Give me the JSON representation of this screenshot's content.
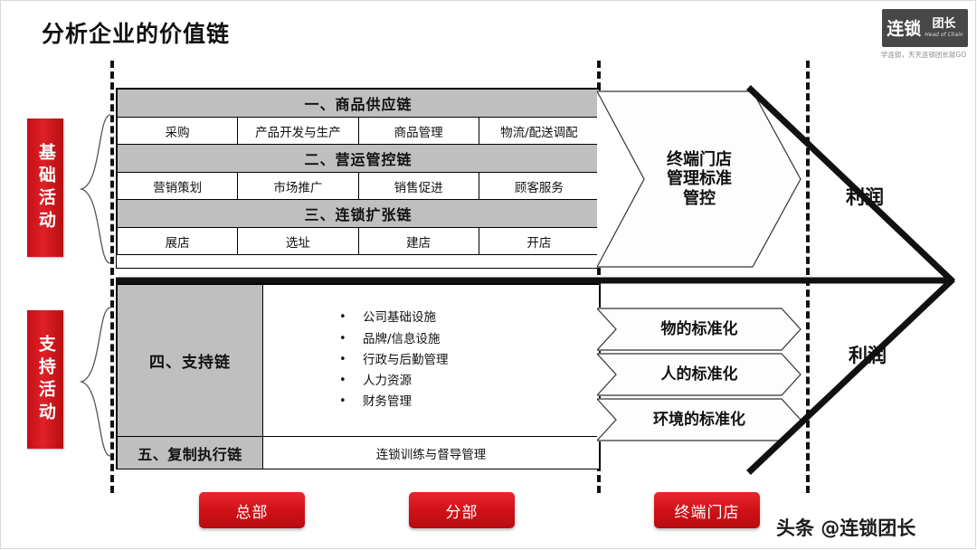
{
  "page": {
    "title": "分析企业的价值链"
  },
  "logo": {
    "brand_cn": "连锁",
    "brand_cn2": "团长",
    "brand_en": "Head of Chain",
    "tagline": "学连锁，天天连锁团长就GO"
  },
  "side_labels": {
    "basic": "基础活动",
    "support": "支持活动"
  },
  "chains": [
    {
      "header": "一、商品供应链",
      "cells": [
        "采购",
        "产品开发与生产",
        "商品管理",
        "物流/配送调配"
      ]
    },
    {
      "header": "二、营运管控链",
      "cells": [
        "营销策划",
        "市场推广",
        "销售促进",
        "顾客服务"
      ]
    },
    {
      "header": "三、连锁扩张链",
      "cells": [
        "展店",
        "选址",
        "建店",
        "开店"
      ]
    }
  ],
  "support_chain": {
    "label": "四、支持链",
    "bullets": [
      "公司基础设施",
      "品牌/信息设施",
      "行政与后勤管理",
      "人力资源",
      "财务管理"
    ],
    "bullet_mark": "•"
  },
  "execution_chain": {
    "label": "五、复制执行链",
    "value": "连锁训练与督导管理"
  },
  "chevrons": {
    "big": {
      "line1": "终端门店",
      "line2": "管理标准",
      "line3": "管控"
    },
    "small": [
      "物的标准化",
      "人的标准化",
      "环境的标准化"
    ]
  },
  "profit": {
    "top": "利润",
    "bottom": "利润"
  },
  "bottom_buttons": [
    "总部",
    "分部",
    "终端门店"
  ],
  "watermark": "头条 @连锁团长",
  "colors": {
    "brand_red": "#cf1017",
    "header_gray": "#bfbfbf",
    "logo_gray": "#474747",
    "line_black": "#111111"
  }
}
